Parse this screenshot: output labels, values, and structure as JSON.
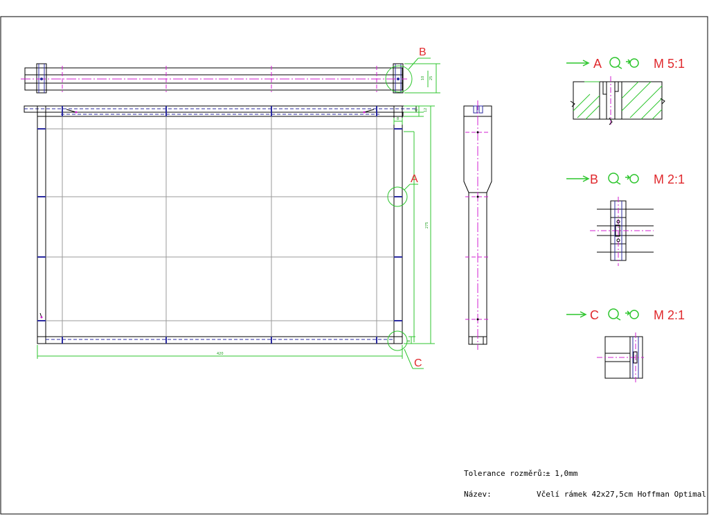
{
  "sheet": {
    "colors": {
      "outline": "#000000",
      "centerline": "#d01fd0",
      "hidden": "#2a2aa0",
      "dimension": "#2cc52c",
      "label": "#e0282c",
      "grid": "#9a9a9a"
    }
  },
  "main_view": {
    "dim_width": "420",
    "dim_height": "275",
    "dim_top_small_a": "8",
    "dim_top_small_b": "12",
    "dim_side_small": "8",
    "dim_bottom_small": "8",
    "dim_top_bar_a": "25",
    "dim_top_bar_b": "10"
  },
  "callouts": {
    "a": "A",
    "b": "B",
    "c": "C"
  },
  "details": [
    {
      "letter": "A",
      "scale": "M 5:1",
      "icon": "projection-symbol-icon"
    },
    {
      "letter": "B",
      "scale": "M 2:1",
      "icon": "projection-symbol-icon"
    },
    {
      "letter": "C",
      "scale": "M 2:1",
      "icon": "projection-symbol-icon"
    }
  ],
  "title_block": {
    "tolerance_label": "Tolerance rozměrů:",
    "tolerance_value": "± 1,0mm",
    "name_label": "Název:",
    "name_value": "Včelí rámek 42x27,5cm Hoffman Optimal"
  }
}
